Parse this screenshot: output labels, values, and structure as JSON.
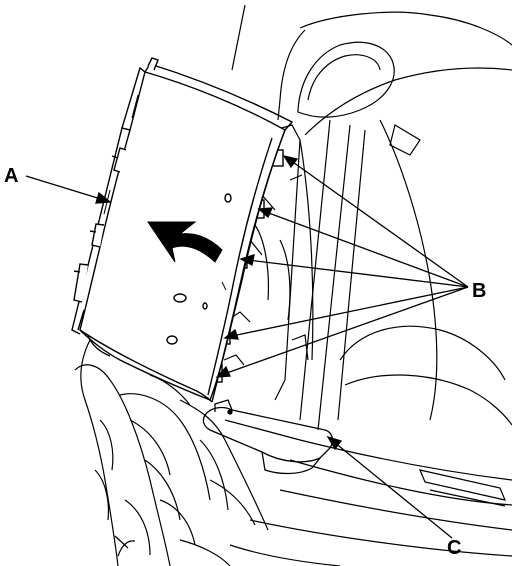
{
  "figure": {
    "callouts": {
      "a": "A",
      "b": "B",
      "c": "C"
    },
    "icons": {
      "removal_direction": "curved-arrow-icon"
    },
    "colors": {
      "line": "#000000",
      "paper": "#ffffff",
      "arrow_fill": "#000000"
    }
  }
}
